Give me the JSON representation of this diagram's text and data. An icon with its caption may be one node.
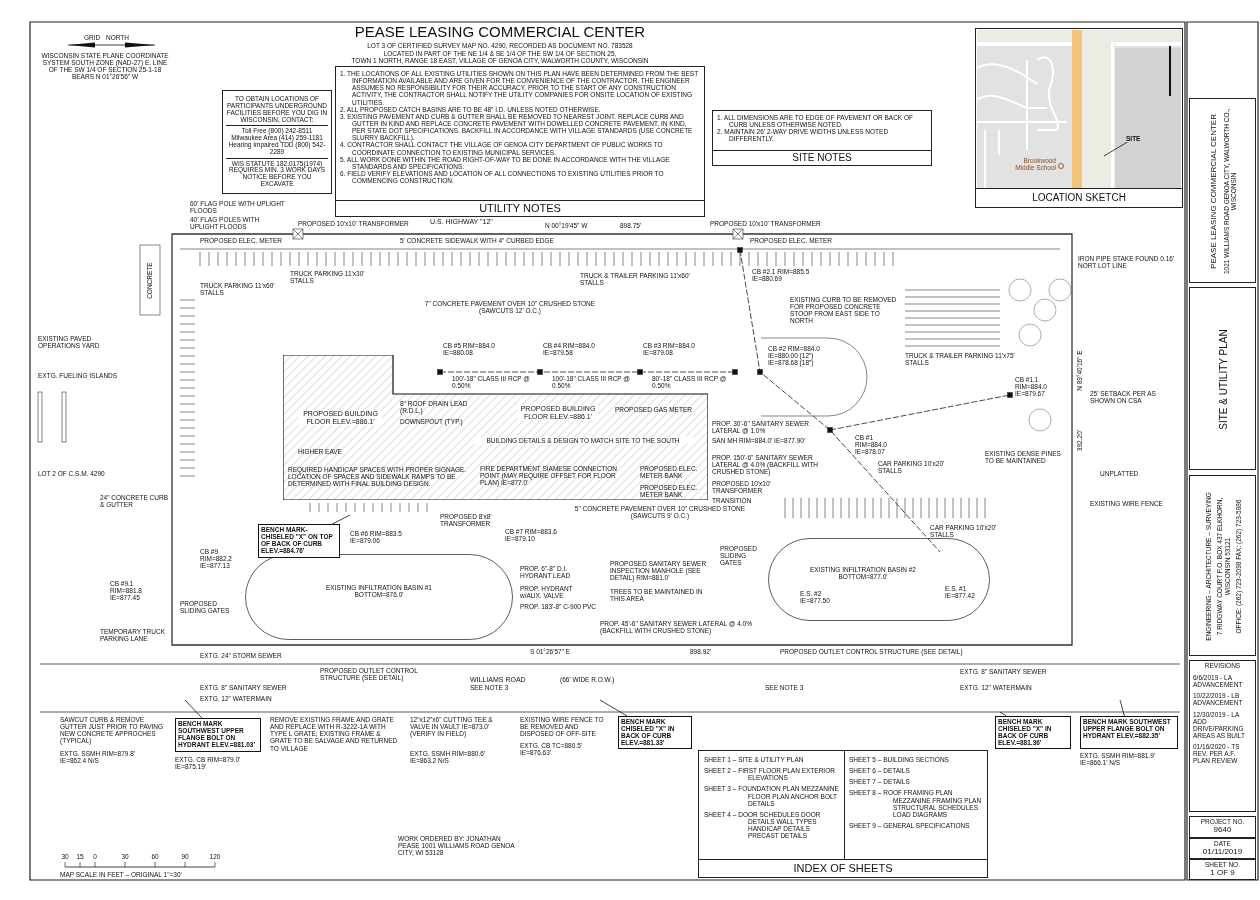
{
  "diagram": {
    "title": "PEASE LEASING COMMERCIAL CENTER",
    "nodes": [
      {
        "text": [
          "1. THE LOCATIONS OF ALL EXISTING UTILITIES SHOWN ON THIS PLAN HAVE BEEN DETERMINED FROM THE BEST INFORMATION AVAILABLE AND ARE GIVEN FOR THE CONVENIENCE OF THE CONTRACTOR. THE ENGINEER ASSUMES NO RESPONSIBILITY FOR THEIR ACCURACY. PRIOR TO THE START OF ANY CONSTRUCTION ACTIVITY, THE CONTRACTOR SHALL NOTIFY THE UTILITY COMPANIES FOR ONSITE LOCATION OF EXISTING UTILITIES.",
          "2. ALL PROPOSED CATCH BASINS ARE TO BE 48\" I.D. UNLESS NOTED OTHERWISE.",
          "3. EXISTING PAVEMENT AND CURB & GUTTER SHALL BE REMOVED TO NEAREST JOINT. REPLACE CURB AND GUTTER IN KIND AND REPLACE CONCRETE PAVEMENT WITH DOWELLED CONCRETE PAVEMENT, IN KIND, PER STATE DOT SPECIFICATIONS. BACKFILL IN ACCORDANCE WITH VILLAGE STANDARDS (USE CONCRETE SLURRY BACKFILL).",
          "4. CONTRACTOR SHALL CONTACT THE VILLAGE OF GENOA CITY DEPARTMENT OF PUBLIC WORKS TO COORDINATE CONNECTION TO EXISTING MUNICIPAL SERVICES.",
          "5. ALL WORK DONE WITHIN THE ROAD RIGHT-OF-WAY TO BE DONE IN ACCORDANCE WITH THE VILLAGE STANDARDS AND SPECIFICATIONS.",
          "6. FIELD VERIFY ELEVATIONS AND LOCATION OF ALL CONNECTIONS TO EXISTING UTILITIES PRIOR TO COMMENCING CONSTRUCTION.",
          "UTILITY NOTES"
        ]
      },
      {
        "text": [
          "1. ALL DIMENSIONS ARE TO EDGE OF PAVEMENT OR BACK OF CURB UNLESS OTHERWISE NOTED.",
          "2. MAINTAIN 26' 2-WAY DRIVE WIDTHS UNLESS NOTED DIFFERENTLY.",
          "SITE NOTES"
        ]
      },
      {
        "text": [
          "Brookwood Middle School",
          "LOCATION SKETCH"
        ]
      },
      {
        "text": [
          "SITE"
        ],
        "in": 2
      },
      {
        "text": [
          "TO OBTAIN LOCATIONS OF PARTICIPANTS UNDERGROUND FACILITIES BEFORE YOU DIG IN WISCONSIN, CONTACT:",
          "Toll Free (800) 242-8511 Milwaukee Area (414) 259-1181 Hearing Impaired TDD (800) 542-2289",
          "WIS STATUTE 182.0175(1974) REQUIRES MIN. 3 WORK DAYS NOTICE BEFORE YOU EXCAVATE"
        ]
      },
      {
        "text": [
          "PEASE LEASING COMMERCIAL CENTER",
          "1021 WILLIAMS ROAD GENOA CITY, WALWORTH CO., WISCONSIN"
        ]
      },
      {
        "text": [
          "SITE & UTILITY PLAN"
        ]
      },
      {
        "text": [
          "ENGINEERING – ARCHITECTURE – SURVEYING",
          "7 RIDGWAY COURT P.O. BOX 437 ELKHORN, WISCONSIN 53121",
          "OFFICE: (262) 723-2098 FAX: (262) 723-5886"
        ]
      },
      {
        "text": [
          "REVISIONS",
          "6/6/2019 - LA ADVANCEMENT",
          "10/22/2019 - LB ADVANCEMENT",
          "12/30/2019 - LA ADD DRIVE/PARKING AREAS AS BUILT",
          "01/16/2020 - TS REV. PER A.F. PLAN REVIEW"
        ]
      },
      {
        "text": [
          "PROJECT NO.",
          "9640"
        ]
      },
      {
        "text": [
          "DATE",
          "01/11/2019"
        ]
      },
      {
        "text": [
          "SHEET NO.",
          "1 OF 9"
        ]
      },
      {
        "text": [
          "SHEET 1 – SITE & UTILITY PLAN",
          "SHEET 2 – FIRST FLOOR PLAN EXTERIOR ELEVATIONS",
          "SHEET 3 – FOUNDATION PLAN MEZZANINE FLOOR PLAN ANCHOR BOLT DETAILS",
          "SHEET 4 – DOOR SCHEDULES DOOR DETAILS WALL TYPES HANDICAP DETAILS PRECAST DETAILS",
          "SHEET 5 – BUILDING SECTIONS",
          "SHEET 6 – DETAILS",
          "SHEET 7 – DETAILS",
          "SHEET 8 – ROOF FRAMING PLAN MEZZANINE FRAMING PLAN STRUCTURAL SCHEDULES LOAD DIAGRAMS",
          "SHEET 9 – GENERAL SPECIFICATIONS",
          "INDEX OF SHEETS"
        ]
      },
      {
        "text": [
          "PROPOSED BUILDING FLOOR ELEV.=886.1'",
          "PROPOSED BUILDING FLOOR ELEV.=886.1'",
          "BUILDING DETAILS & DESIGN TO MATCH SITE TO THE SOUTH"
        ]
      },
      {
        "text": [
          "EXISTING INFILTRATION BASIN #1 BOTTOM=876.0'"
        ]
      },
      {
        "text": [
          "EXISTING INFILTRATION BASIN #2 BOTTOM=877.0'"
        ]
      },
      {
        "text": [
          "BENCH MARK SOUTHWEST UPPER FLANGE BOLT ON HYDRANT ELEV.=881.03'"
        ]
      },
      {
        "text": [
          "BENCH MARK CHISELED \"X\" IN BACK OF CURB ELEV.=881.33'"
        ]
      },
      {
        "text": [
          "BENCH MARK CHISELED \"X\" IN BACK OF CURB ELEV.=881.36'"
        ]
      },
      {
        "text": [
          "BENCH MARK SOUTHWEST UPPER FLANGE BOLT ON HYDRANT ELEV.=882.35'"
        ]
      },
      {
        "text": [
          "BENCH MARK- CHISELED \"X\" ON TOP OF BACK OF CURB ELEV.=884.76'"
        ]
      }
    ],
    "edges": [
      {
        "from": 16,
        "to": null,
        "arrow": "none"
      },
      {
        "from": 17,
        "to": null,
        "arrow": "none"
      },
      {
        "from": 18,
        "to": null,
        "arrow": "none"
      },
      {
        "from": 19,
        "to": null,
        "arrow": "none"
      },
      {
        "from": 20,
        "to": null,
        "arrow": "none"
      },
      {
        "from": 3,
        "to": null,
        "arrow": "none"
      }
    ],
    "labels": [
      "LOT 3 OF CERTIFIED SURVEY MAP NO. 4290, RECORDED AS DOCUMENT NO. 783528",
      "LOCATED IN PART OF THE NE 1/4 & SE 1/4 OF THE SW 1/4 OF SECTION 25,",
      "TOWN 1 NORTH, RANGE 18 EAST, VILLAGE OF GENOA CITY, WALWORTH COUNTY, WISCONSIN",
      "GRID",
      "NORTH",
      "WISCONSIN STATE PLANE COORDINATE SYSTEM SOUTH ZONE (NAD-27) E. LINE OF THE SW 1/4 OF SECTION 25-1-18 BEARS N 01°26'56\" W",
      "60' FLAG POLE WITH UPLIGHT FLOODS",
      "40' FLAG POLES WITH UPLIGHT FLOODS",
      "PROPOSED 10'x10' TRANSFORMER",
      "U.S. HIGHWAY \"12\"",
      "N 00°19'45\" W",
      "898.75'",
      "PROPOSED 10'x10' TRANSFORMER",
      "PROPOSED ELEC. METER",
      "5' CONCRETE SIDEWALK WITH 4\" CURBED EDGE",
      "PROPOSED ELEC. METER",
      "IRON PIPE STAKE FOUND 0.16' NORT LOT LINE",
      "CONCRETE",
      "TRUCK PARKING 11'x60' STALLS",
      "TRUCK PARKING 11'x30' STALLS",
      "TRUCK & TRAILER PARKING 11'x60' STALLS",
      "CB #2.1 RIM=885.5 IE=880.69",
      "7\" CONCRETE PAVEMENT OVER 10\" CRUSHED STONE (SAWCUTS 12' O.C.)",
      "EXISTING CURB TO BE REMOVED FOR PROPOSED CONCRETE STOOP FROM EAST SIDE TO NORTH",
      "EXISTING PAVED OPERATIONS YARD",
      "CB #5 RIM=884.0 IE=880.08",
      "CB #4 RIM=884.0 IE=879.58",
      "CB #3 RIM=884.0 IE=879.08",
      "CB #2 RIM=884.0 IE=880.00 (12\") IE=878.68 (18\")",
      "TRUCK & TRAILER PARKING 11'x75' STALLS",
      "N 89°40'16\" E",
      "EXTG. FUELING ISLANDS",
      "100'-18\" CLASS III RCP @ 0.50%",
      "100'-18\" CLASS III RCP @ 0.50%",
      "80'-18\" CLASS III RCP @ 0.50%",
      "CB #1.1 RIM=884.0 IE=879.67",
      "25' SETBACK PER AS SHOWN ON CSA",
      "8\" ROOF DRAIN LEAD (R.D.L.)",
      "PROPOSED GAS METER",
      "DOWNSPOUT (TYP.)",
      "PROP. 30'-6\" SANITARY SEWER LATERAL @ 1.0%",
      "SAN MH RIM=884.0' IE=877.90'",
      "CB #1 RIM=884.0 IE=878.07",
      "392.20'",
      "HIGHER EAVE",
      "PROP. 150'-6\" SANITARY SEWER LATERAL @ 4.0% (BACKFILL WITH CRUSHED STONE)",
      "CAR PARKING 10'x20' STALLS",
      "EXISTING DENSE PINES TO BE MAINTAINED",
      "LOT 2 OF C.S.M. 4290",
      "REQUIRED HANDICAP SPACES WITH PROPER SIGNAGE. LOCATION OF SPACES AND SIDEWALK RAMPS TO BE DETERMINED WITH FINAL BUILDING DESIGN.",
      "FIRE DEPARTMENT SIAMESE CONNECTION POINT (MAY REQUIRE OFFSET FOR FLOOR PLAN) IE=877.0'",
      "PROPOSED ELEC. METER BANK",
      "UNPLATTED",
      "PROPOSED ELEC. METER BANK",
      "PROPOSED 10'x10' TRANSFORMER",
      "24\" CONCRETE CURB & GUTTER",
      "TRANSITION",
      "EXISTING WIRE FENCE",
      "CB #6 RIM=883.5 IE=879.06",
      "PROPOSED 8'x8' TRANSFORMER",
      "CB #7 RIM=883.6 IE=879.10",
      "5\" CONCRETE PAVEMENT OVER 10\" CRUSHED STONE (SAWCUTS 9' O.C.)",
      "CAR PARKING 10'x20' STALLS",
      "CB #9 RIM=882.2 IE=877.13",
      "PROPOSED SLIDING GATES",
      "PROP. 6\"-8\" D.I. HYDRANT LEAD",
      "PROPOSED SANITARY SEWER INSPECTION MANHOLE (SEE DETAIL) RIM=881.0'",
      "CB #9.1 RIM=881.8 IE=877.45",
      "PROP. HYDRANT w/AUX. VALVE",
      "TREES TO BE MAINTAINED IN THIS AREA",
      "E.S. #2 IE=877.50",
      "E.S. #1 IE=877.42",
      "PROPOSED SLIDING GATES",
      "PROP. 183'-8\" C-900 PVC",
      "TEMPORARY TRUCK PARKING LANE",
      "PROP. 45'-6\" SANITARY SEWER LATERAL @ 4.0% (BACKFILL WITH CRUSHED STONE)",
      "EXTG. 24\" STORM SEWER",
      "S 01°26'57\" E",
      "898.92'",
      "PROPOSED OUTLET CONTROL STRUCTURE (SEE DETAIL)",
      "PROPOSED OUTLET CONTROL STRUCTURE (SEE DETAIL)",
      "WILLIAMS ROAD",
      "(66' WIDE R.O.W.)",
      "EXTG. 8\" SANITARY SEWER",
      "EXTG. 8\" SANITARY SEWER",
      "SEE NOTE 3",
      "SEE NOTE 3",
      "EXTG. 12\" WATERMAIN",
      "EXTG. 12\" WATERMAIN",
      "SAWCUT CURB & REMOVE GUTTER JUST PRIOR TO PAVING NEW CONCRETE APPROCHES (TYPICAL)",
      "REMOVE EXISTING FRAME AND GRATE AND REPLACE WITH R-3222-1A WITH TYPE L GRATE; EXISTING FRAME & GRATE TO BE SALVAGE AND RETURNED TO VILLAGE",
      "12\"x12\"x6\" CUTTING TEE & VALVE IN VAULT IE=873.0' (VERIFY IN FIELD)",
      "EXISTING WIRE FENCE TO BE REMOVED AND DISPOSED OF OFF-SITE",
      "EXTG. SSMH RIM=879.8' IE=862.4 N/S",
      "EXTG. CB RIM=879.0' IE=875.19'",
      "EXTG. SSMH RIM=880.6' IE=863.2 N/S",
      "EXTG. CB TC=880.5' IE=876.63'",
      "EXTG. SSMH RIM=881.9' IE=866.1' N/S",
      "WORK ORDERED BY: JONATHAN PEASE 1001 WILLIAMS ROAD GENOA CITY, WI 53128",
      "30",
      "15",
      "0",
      "30",
      "60",
      "90",
      "120",
      "MAP SCALE IN FEET – ORIGINAL 1\"=30'"
    ]
  }
}
